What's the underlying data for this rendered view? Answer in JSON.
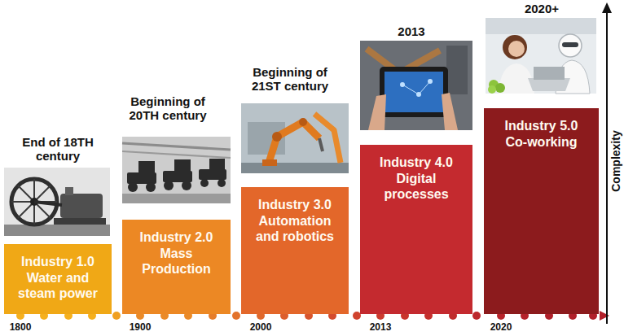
{
  "diagram": {
    "nodes": [
      {
        "text": [
          "Industry 1.0",
          "Water and steam power"
        ]
      },
      {
        "text": [
          "Industry 2.0",
          "Mass Production"
        ]
      },
      {
        "text": [
          "Industry 3.0",
          "Automation and robotics"
        ]
      },
      {
        "text": [
          "Industry 4.0",
          "Digital processes"
        ]
      },
      {
        "text": [
          "Industry 5.0",
          "Co-working"
        ]
      }
    ],
    "labels": [
      "End of 18TH century",
      "Beginning of 20TH century",
      "Beginning of 21ST century",
      "2013",
      "2020+",
      "Complexity",
      "1800",
      "1900",
      "2000",
      "2013",
      "2020"
    ]
  }
}
